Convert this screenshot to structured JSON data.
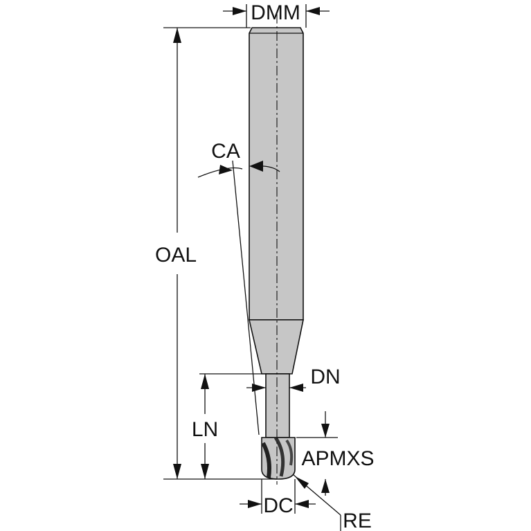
{
  "labels": {
    "dmm": "DMM",
    "ca": "CA",
    "oal": "OAL",
    "dn": "DN",
    "ln": "LN",
    "apmxs": "APMXS",
    "dc": "DC",
    "re": "RE"
  },
  "colors": {
    "tool_fill": "#c6c6c6",
    "line": "#111111",
    "background": "#ffffff"
  }
}
